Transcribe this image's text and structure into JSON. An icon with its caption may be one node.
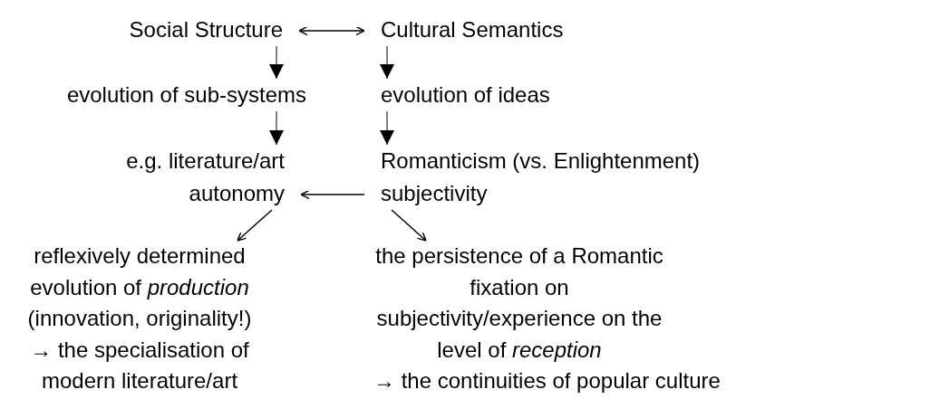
{
  "diagram": {
    "nodes": [
      {
        "text": [
          "Social Structure"
        ]
      },
      {
        "text": [
          "Cultural Semantics"
        ]
      },
      {
        "text": [
          "evolution of sub-systems"
        ]
      },
      {
        "text": [
          "evolution of ideas"
        ]
      },
      {
        "text": [
          "e.g. literature/art autonomy"
        ]
      },
      {
        "text": [
          "Romanticism (vs. Enlightenment) subjectivity"
        ]
      },
      {
        "text": [
          "reflexively determined evolution of *production* (innovation, originality!) → the specialisation of modern literature/art"
        ]
      },
      {
        "text": [
          "the persistence of a Romantic fixation on subjectivity/experience on the level of *reception*",
          "→ the continuities of popular culture"
        ]
      }
    ],
    "edges": [
      {
        "from": 0,
        "to": 1,
        "arrow": "both"
      },
      {
        "from": 0,
        "to": 2,
        "arrow": "to"
      },
      {
        "from": 2,
        "to": 4,
        "arrow": "to"
      },
      {
        "from": 1,
        "to": 3,
        "arrow": "to"
      },
      {
        "from": 3,
        "to": 5,
        "arrow": "to"
      },
      {
        "from": 5,
        "to": 4,
        "arrow": "to"
      },
      {
        "from": 4,
        "to": 6,
        "arrow": "to"
      },
      {
        "from": 5,
        "to": 7,
        "arrow": "to"
      }
    ]
  }
}
